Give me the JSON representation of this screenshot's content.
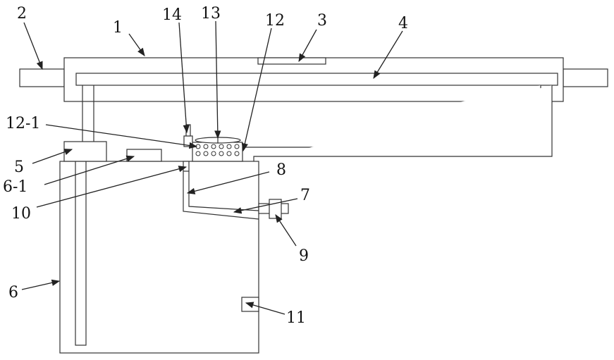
{
  "figure": {
    "line_color": "#333333",
    "background": "#ffffff",
    "labels": {
      "l1": "1",
      "l2": "2",
      "l3": "3",
      "l4": "4",
      "l5": "5",
      "l6": "6",
      "l6_1": "6-1",
      "l7": "7",
      "l8": "8",
      "l9": "9",
      "l10": "10",
      "l11": "11",
      "l12": "12",
      "l12_1": "12-1",
      "l13": "13",
      "l14": "14"
    }
  }
}
